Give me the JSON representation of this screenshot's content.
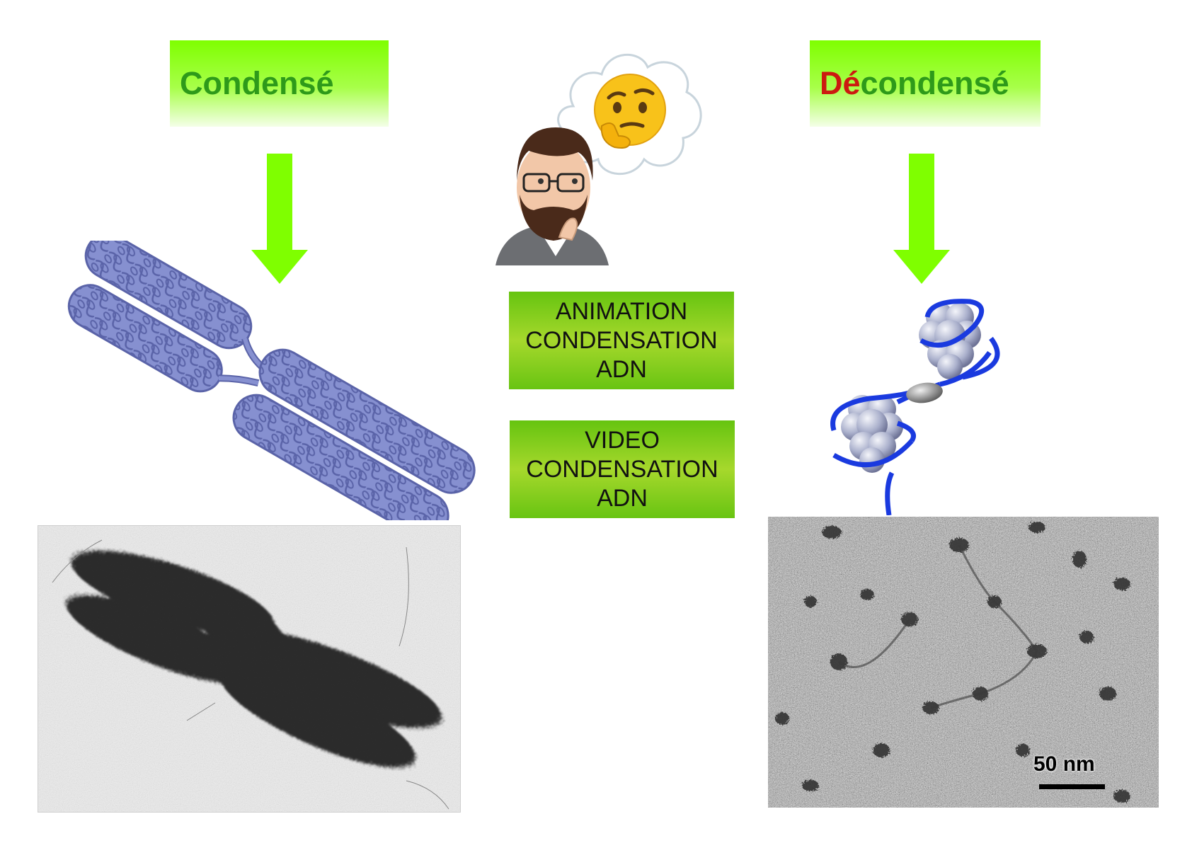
{
  "left": {
    "title": "Condensé"
  },
  "right": {
    "title_prefix": "Dé",
    "title_suffix": "condensé"
  },
  "buttons": [
    {
      "lines": [
        "ANIMATION",
        "CONDENSATION",
        "ADN"
      ]
    },
    {
      "lines": [
        "VIDEO",
        "CONDENSATION",
        "ADN"
      ]
    }
  ],
  "scale_bar": {
    "label": "50 nm"
  },
  "colors": {
    "title_green": "#2e9a1a",
    "title_red": "#cc1a10",
    "arrow_green": "#7fff00",
    "chromosome_blue": "#8088c8",
    "dna_blue": "#1a3adf"
  },
  "icons": [
    "thinking-face-icon",
    "bearded-man-avatar",
    "thought-bubble-icon"
  ]
}
